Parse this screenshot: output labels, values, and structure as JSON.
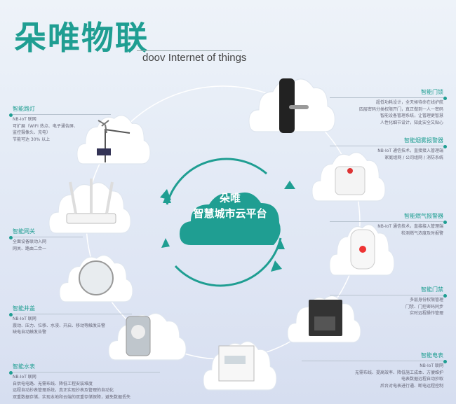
{
  "title": "朵唯物联",
  "subtitle": "doov Internet of things",
  "center": {
    "line1": "朵唯",
    "line2": "智慧城市云平台"
  },
  "colors": {
    "accent": "#1f9e92"
  },
  "left": [
    {
      "title": "智能路灯",
      "lines": [
        "NB-IoT 联网",
        "可扩展（WIFI 热点、电子通告屏、",
        "监控摄像头、充电）",
        "节能可达 30% 以上"
      ]
    },
    {
      "title": "智能网关",
      "lines": [
        "全面设备联动入网",
        "网关、路由二合一"
      ]
    },
    {
      "title": "智能井盖",
      "lines": [
        "NB-IoT 联网",
        "震动、压力、位移、水浸、开启、移动等触发告警",
        "缺电自动触发告警"
      ]
    },
    {
      "title": "智能水表",
      "lines": [
        "NB-IoT 联网",
        "自供电电路、无需布线、降低工程安装难度",
        "远程自动抄表管理系统，真正实现抄表及管理的自动化",
        "双重数据存储，实现本地和云端的双重存储保障，避免数据丢失"
      ]
    }
  ],
  "right": [
    {
      "title": "智能门锁",
      "lines": [
        "超低功耗设计，全天候待命在线护航",
        "四层密码分类权限开门，真正做到一人一密码",
        "智能设备管理系统，让管理更智慧",
        "人性化细节设计，知此安全又贴心"
      ]
    },
    {
      "title": "智能烟雾报警器",
      "lines": [
        "NB-IoT 通信技术，直接接入管理端",
        "家庭组网 / 公司组网 / 消防系统"
      ]
    },
    {
      "title": "智能燃气报警器",
      "lines": [
        "NB-IoT 通信技术，直接接入管理端",
        "检测燃气浓度及时报警"
      ]
    },
    {
      "title": "智能门禁",
      "lines": [
        "多层身份权限管理",
        "门禁、门控密码同步",
        "实时远程操作管理"
      ]
    },
    {
      "title": "智能电表",
      "lines": [
        "NB-IoT 联网",
        "无需布线、提高效率、降低施工成本、方便维护",
        "电表数据远程自动抄取",
        "后台对电表进行通、断电远程控制"
      ]
    }
  ]
}
